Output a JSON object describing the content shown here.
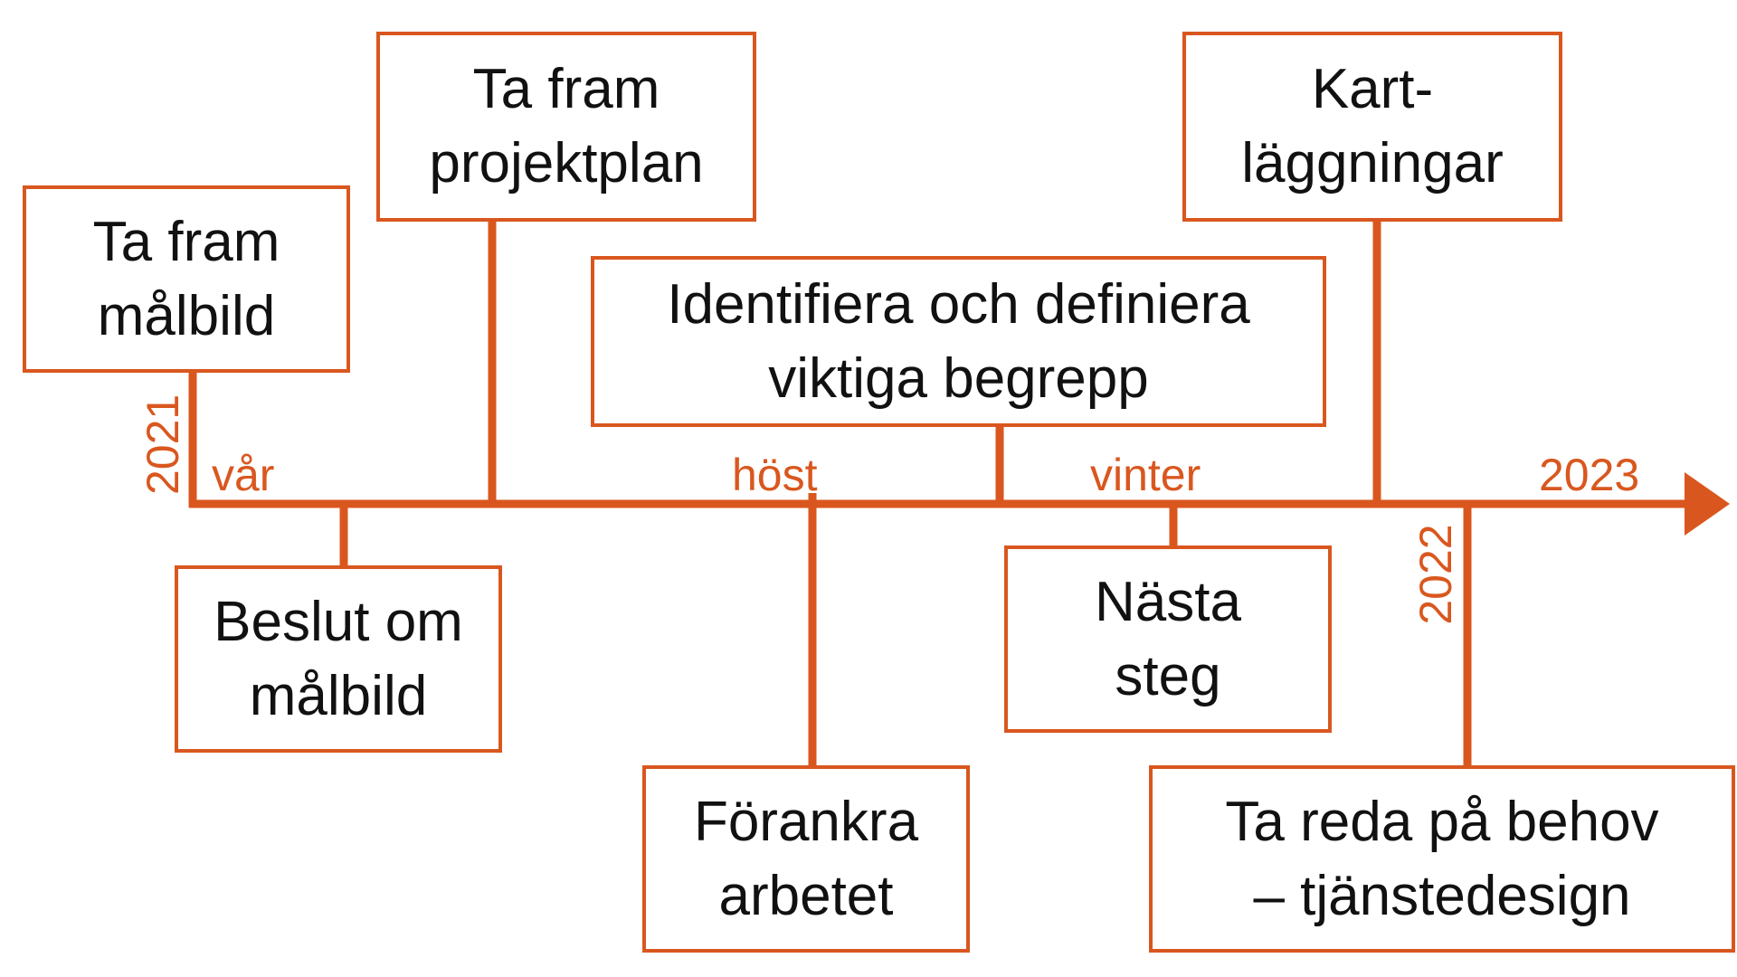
{
  "colors": {
    "accent": "#d9571f",
    "text": "#111111",
    "background": "#ffffff"
  },
  "timeline": {
    "year_start": "2021",
    "year_mid": "2022",
    "year_end": "2023",
    "season_1": "vår",
    "season_2": "höst",
    "season_3": "vinter"
  },
  "milestones": {
    "malbild": {
      "line1": "Ta fram",
      "line2": "målbild"
    },
    "beslut": {
      "line1": "Beslut om",
      "line2": "målbild"
    },
    "projektplan": {
      "line1": "Ta fram",
      "line2": "projektplan"
    },
    "forankra": {
      "line1": "Förankra",
      "line2": "arbetet"
    },
    "begrepp": {
      "line1": "Identifiera och definiera",
      "line2": "viktiga begrepp"
    },
    "nasta": {
      "line1": "Nästa",
      "line2": "steg"
    },
    "kart": {
      "line1": "Kart-",
      "line2": "läggningar"
    },
    "behov": {
      "line1": "Ta reda på behov",
      "line2": "– tjänstedesign"
    }
  }
}
